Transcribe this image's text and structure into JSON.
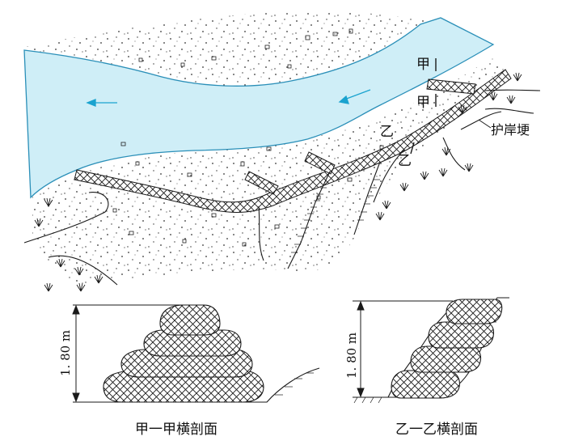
{
  "labels": {
    "section_a_top": "甲",
    "section_a_bottom": "甲",
    "section_b_top": "乙",
    "section_b_bottom": "乙",
    "revetment": "护岸埂"
  },
  "sections": {
    "a": {
      "height_label": "1. 80 m",
      "caption": "甲一甲横剖面"
    },
    "b": {
      "height_label": "1. 80 m",
      "caption": "乙一乙横剖面"
    }
  },
  "colors": {
    "water": "#cfeef7",
    "water_edge": "#2a8fb8",
    "flow_arrow": "#1aa3cf",
    "ink": "#1a1a1a"
  },
  "icons": [
    "flow-arrow-icon",
    "grass-tuft-icon"
  ]
}
